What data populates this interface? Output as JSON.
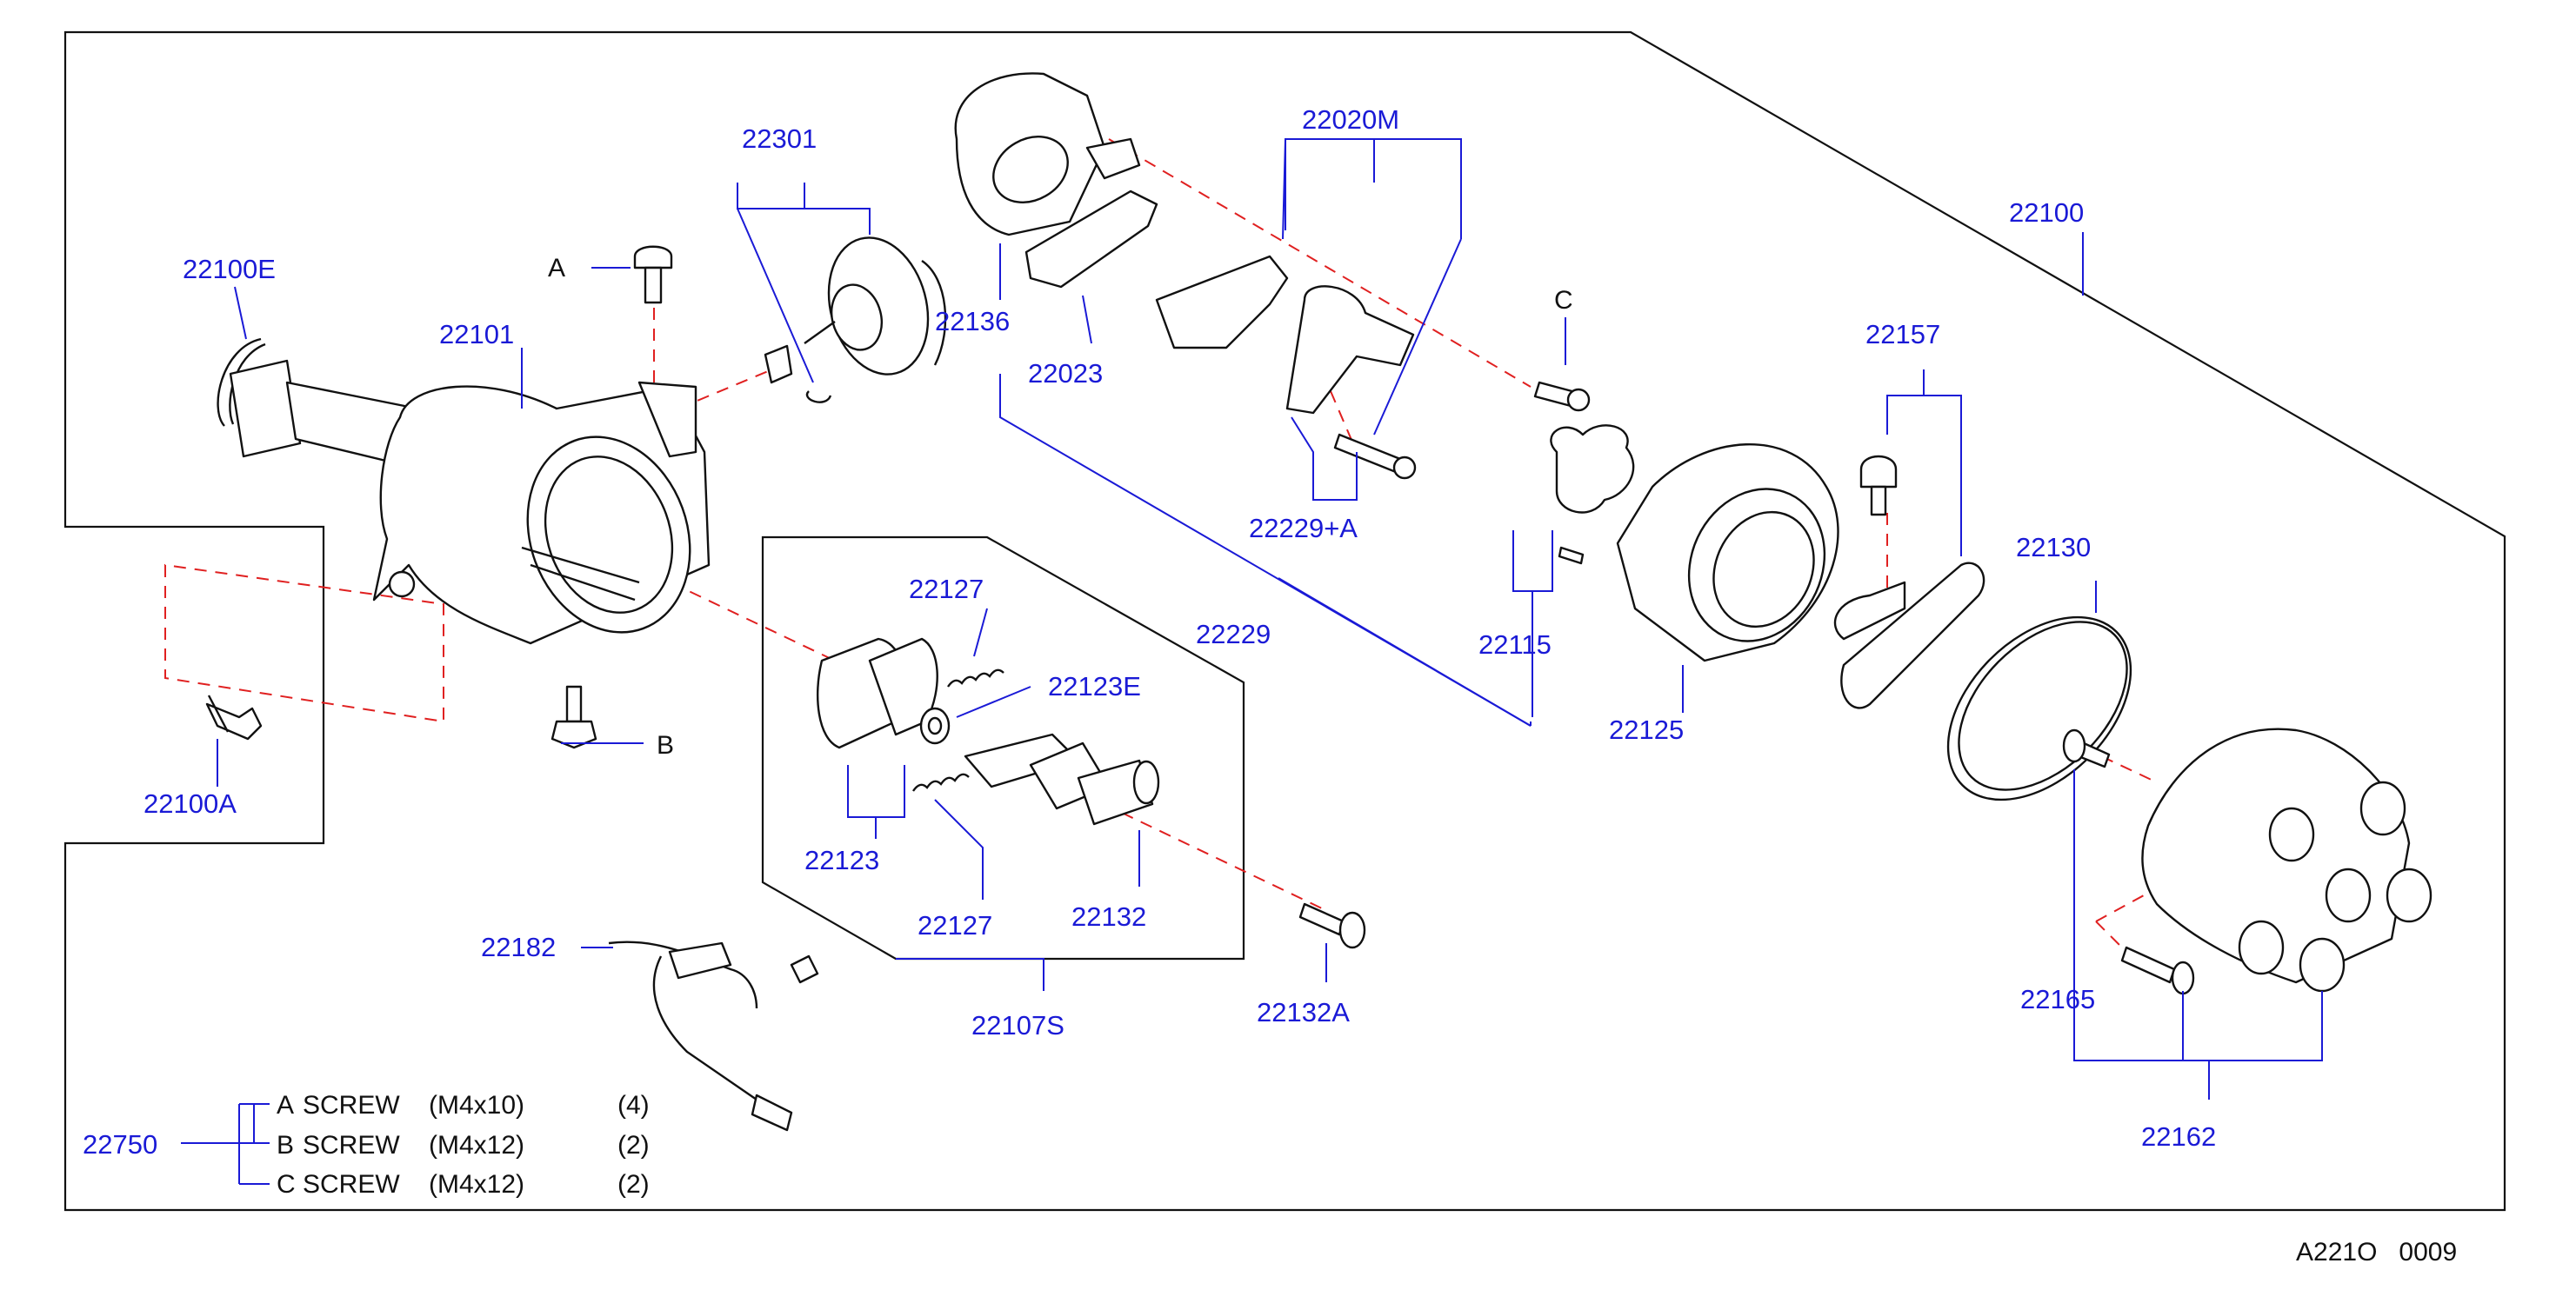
{
  "parts": {
    "p22100": "22100",
    "p22100E": "22100E",
    "p22101": "22101",
    "p22100A": "22100A",
    "p22301": "22301",
    "p22136": "22136",
    "p22023": "22023",
    "p22020M": "22020M",
    "p22229A": "22229+A",
    "p22229": "22229",
    "p22115": "22115",
    "p22125": "22125",
    "p22157": "22157",
    "p22130": "22130",
    "p22127a": "22127",
    "p22123E": "22123E",
    "p22123": "22123",
    "p22127b": "22127",
    "p22132": "22132",
    "p22107S": "22107S",
    "p22132A": "22132A",
    "p22182": "22182",
    "p22165": "22165",
    "p22162": "22162",
    "p22750": "22750"
  },
  "callouts": {
    "a": "A",
    "b": "B",
    "c": "C"
  },
  "screw_kit": [
    {
      "letter": "A",
      "name": "SCREW",
      "size": "(M4x10)",
      "qty": "(4)"
    },
    {
      "letter": "B",
      "name": "SCREW",
      "size": "(M4x12)",
      "qty": "(2)"
    },
    {
      "letter": "C",
      "name": "SCREW",
      "size": "(M4x12)",
      "qty": "(2)"
    }
  ],
  "diagram_code": "A221O   0009"
}
